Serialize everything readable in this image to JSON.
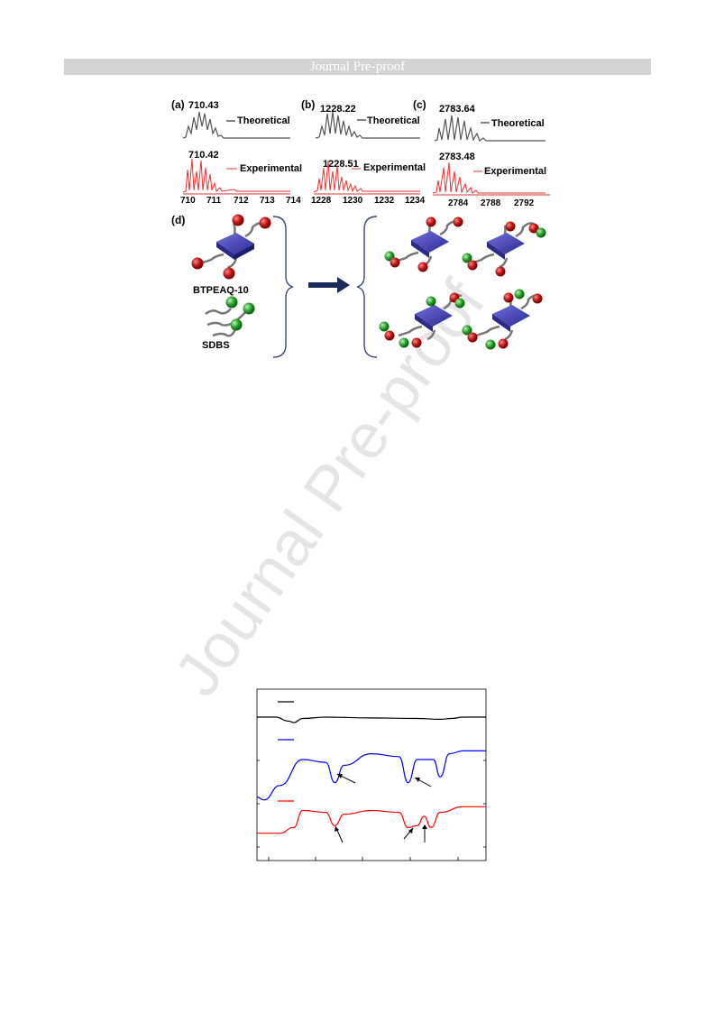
{
  "header": {
    "banner": "Journal Pre-proof"
  },
  "watermark": "Journal Pre-proof",
  "figure1": {
    "panels": [
      {
        "letter": "(a)",
        "theo_peak": "710.43",
        "exp_peak": "710.42",
        "theo_label": "Theoretical",
        "exp_label": "Experimental",
        "ticks": [
          "710",
          "711",
          "712",
          "713",
          "714"
        ]
      },
      {
        "letter": "(b)",
        "theo_peak": "1228.22",
        "exp_peak": "1228.51",
        "theo_label": "Theoretical",
        "exp_label": "Experimental",
        "ticks": [
          "1228",
          "1230",
          "1232",
          "1234"
        ]
      },
      {
        "letter": "(c)",
        "theo_peak": "2783.64",
        "exp_peak": "2783.48",
        "theo_label": "Theoretical",
        "exp_label": "Experimental",
        "ticks": [
          "2784",
          "2788",
          "2792"
        ]
      }
    ],
    "panel_d": {
      "letter": "(d)",
      "label1": "BTPEAQ-10",
      "label2": "SDBS"
    }
  },
  "figure2": {
    "chart_data": {
      "type": "line",
      "title": "",
      "xlabel": "",
      "ylabel": "",
      "series": [
        {
          "color": "#000000",
          "x": [
            0,
            0.08,
            0.14,
            0.16,
            0.2,
            0.3,
            0.5,
            0.7,
            0.8,
            0.85,
            0.9,
            1.0
          ],
          "y": [
            0.5,
            0.5,
            0.35,
            0.3,
            0.45,
            0.5,
            0.47,
            0.45,
            0.42,
            0.45,
            0.5,
            0.5
          ]
        },
        {
          "color": "#0000ff",
          "x": [
            0,
            0.03,
            0.1,
            0.2,
            0.3,
            0.34,
            0.38,
            0.5,
            0.62,
            0.66,
            0.7,
            0.77,
            0.8,
            0.84,
            0.9,
            1.0
          ],
          "y": [
            0.1,
            0.05,
            0.3,
            0.75,
            0.7,
            0.35,
            0.65,
            0.85,
            0.8,
            0.35,
            0.75,
            0.75,
            0.45,
            0.85,
            0.9,
            0.9
          ]
        },
        {
          "color": "#ff0000",
          "x": [
            0,
            0.1,
            0.16,
            0.2,
            0.3,
            0.34,
            0.38,
            0.5,
            0.62,
            0.66,
            0.7,
            0.73,
            0.76,
            0.8,
            0.9,
            1.0
          ],
          "y": [
            0.15,
            0.15,
            0.3,
            0.75,
            0.7,
            0.35,
            0.65,
            0.75,
            0.7,
            0.3,
            0.35,
            0.6,
            0.3,
            0.7,
            0.85,
            0.85
          ]
        }
      ]
    }
  }
}
